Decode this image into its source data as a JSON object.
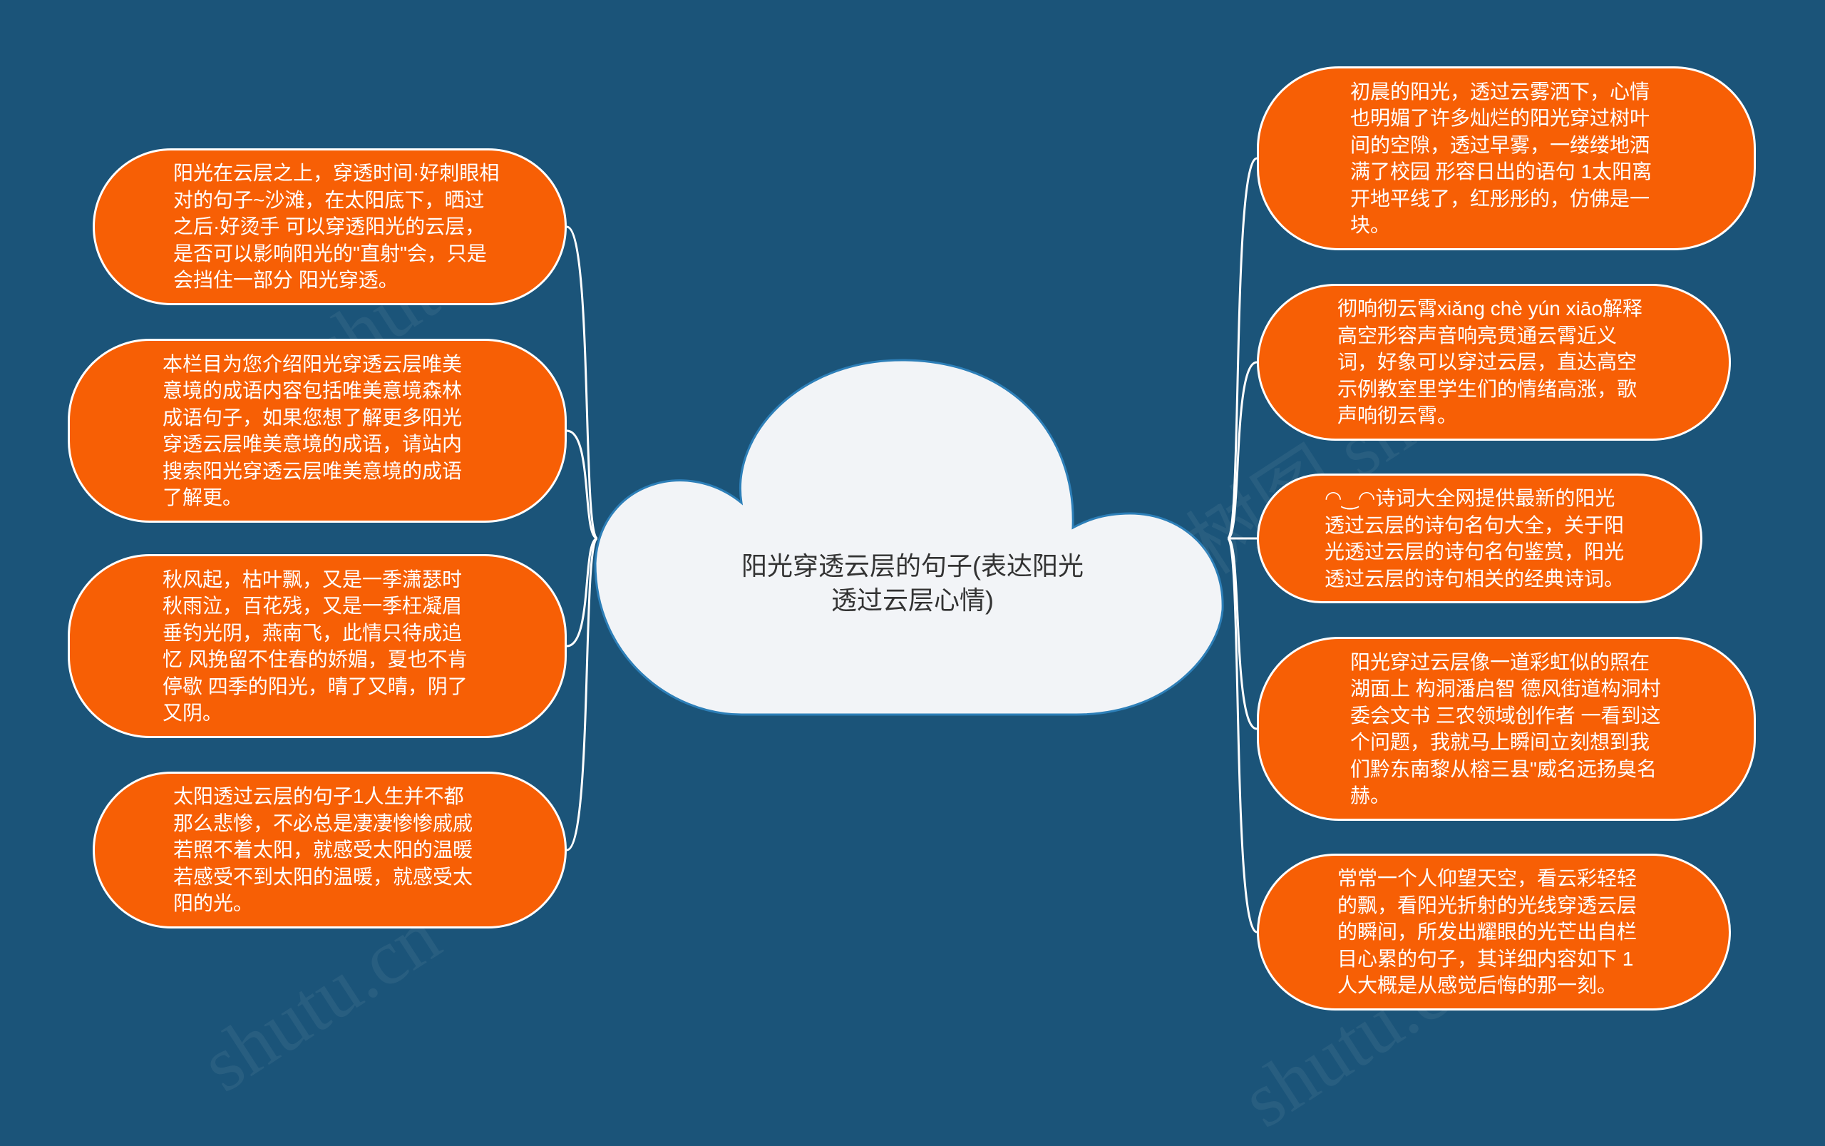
{
  "map": {
    "center": "阳光穿透云层的句子(表达阳光透过云层心情)",
    "left": [
      {
        "text": "阳光在云层之上，穿透时间·好刺眼相对的句子~沙滩，在太阳底下，晒过之后·好烫手 可以穿透阳光的云层，是否可以影响阳光的\"直射\"会，只是会挡住一部分 阳光穿透。"
      },
      {
        "text": "本栏目为您介绍阳光穿透云层唯美意境的成语内容包括唯美意境森林成语句子，如果您想了解更多阳光穿透云层唯美意境的成语，请站内搜索阳光穿透云层唯美意境的成语了解更。"
      },
      {
        "text": "秋风起，枯叶飘，又是一季潇瑟时秋雨泣，百花残，又是一季枉凝眉垂钓光阴，燕南飞，此情只待成追忆 风挽留不住春的娇媚，夏也不肯停歇 四季的阳光，晴了又晴，阴了又阴。"
      },
      {
        "text": "太阳透过云层的句子1人生并不都那么悲惨，不必总是凄凄惨惨戚戚若照不着太阳，就感受太阳的温暖若感受不到太阳的温暖，就感受太阳的光。"
      }
    ],
    "right": [
      {
        "text": "初晨的阳光，透过云雾洒下，心情也明媚了许多灿烂的阳光穿过树叶间的空隙，透过早雾，一缕缕地洒满了校园 形容日出的语句 1太阳离开地平线了，红彤彤的，仿佛是一块。"
      },
      {
        "text": "彻响彻云霄xiǎng chè yún xiāo解释高空形容声音响亮贯通云霄近义词，好象可以穿过云层，直达高空示例教室里学生们的情绪高涨，歌声响彻云霄。"
      },
      {
        "text": "◠‿◠诗词大全网提供最新的阳光透过云层的诗句名句大全，关于阳光透过云层的诗句名句鉴赏，阳光透过云层的诗句相关的经典诗词。"
      },
      {
        "text": "阳光穿过云层像一道彩虹似的照在湖面上 构洞潘启智 德风街道构洞村委会文书 三农领域创作者 一看到这个问题，我就马上瞬间立刻想到我们黔东南黎从榕三县\"威名远扬臭名赫。"
      },
      {
        "text": "常常一个人仰望天空，看云彩轻轻的飘，看阳光折射的光线穿透云层的瞬间，所发出耀眼的光芒出自栏目心累的句子，其详细内容如下 1人大概是从感觉后悔的那一刻。"
      }
    ]
  },
  "colors": {
    "background": "#1b5479",
    "node_fill": "#f75f05",
    "node_border": "#ffffff",
    "cloud_fill": "#f2f4f7",
    "cloud_border": "#2d7fb8",
    "connector": "#ffffff"
  }
}
